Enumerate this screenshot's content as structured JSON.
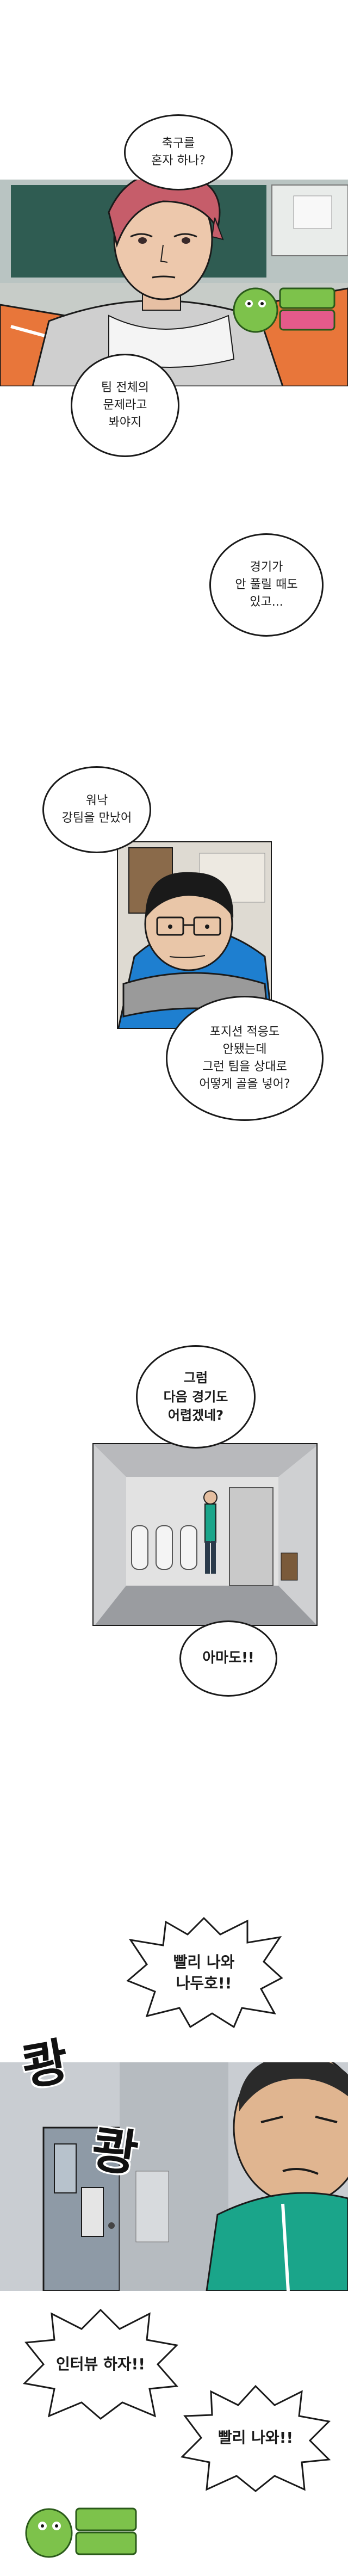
{
  "dialogue": {
    "b1": "축구를\n혼자 하나?",
    "b2": "팀 전체의\n문제라고\n봐야지",
    "b3": "경기가\n안 풀릴 때도\n있고...",
    "b4": "워낙\n강팀을 만났어",
    "b5": "포지션 적응도\n안됐는데\n그런 팀을 상대로\n어떻게 골을 넣어?",
    "b6": "그럼\n다음 경기도\n어렵겠네?",
    "b7": "아마도!!",
    "b8": "빨리 나와\n나두호!!",
    "b9": "인터뷰 하자!!",
    "b10": "빨리 나와!!"
  },
  "sfx": {
    "s1": "쾅",
    "s2": "쾅"
  },
  "colors": {
    "line": "#1a1a1a",
    "jacket_orange": "#e8763a",
    "jacket_blue": "#1e7fd0",
    "track_teal": "#1aa58a",
    "logo_green": "#7dc24b"
  }
}
